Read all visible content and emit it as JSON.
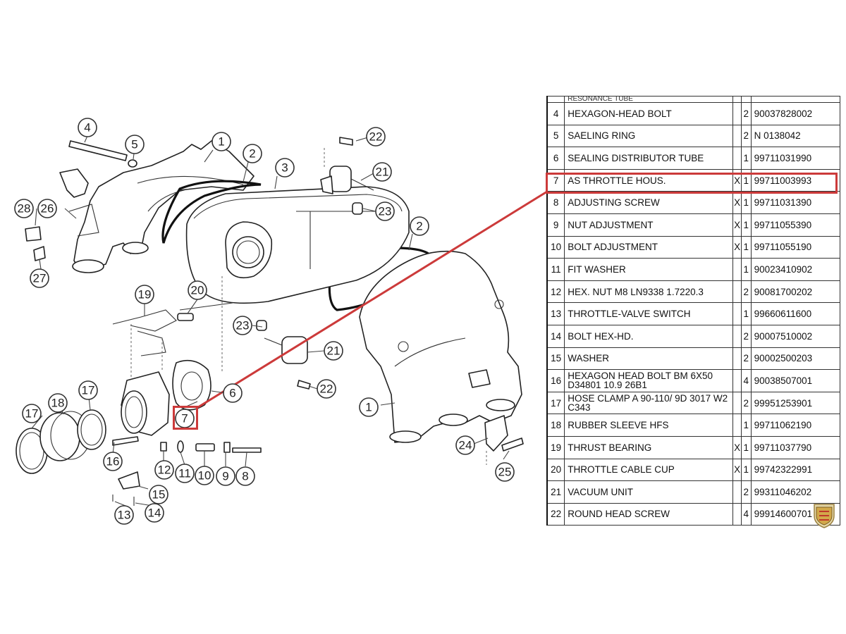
{
  "callouts": [
    {
      "n": "1"
    },
    {
      "n": "2"
    },
    {
      "n": "3"
    },
    {
      "n": "4"
    },
    {
      "n": "5"
    },
    {
      "n": "2"
    },
    {
      "n": "22"
    },
    {
      "n": "21"
    },
    {
      "n": "23"
    },
    {
      "n": "28"
    },
    {
      "n": "26"
    },
    {
      "n": "27"
    },
    {
      "n": "19"
    },
    {
      "n": "20"
    },
    {
      "n": "23"
    },
    {
      "n": "21"
    },
    {
      "n": "22"
    },
    {
      "n": "6"
    },
    {
      "n": "7"
    },
    {
      "n": "17"
    },
    {
      "n": "18"
    },
    {
      "n": "17"
    },
    {
      "n": "16"
    },
    {
      "n": "12"
    },
    {
      "n": "11"
    },
    {
      "n": "10"
    },
    {
      "n": "9"
    },
    {
      "n": "8"
    },
    {
      "n": "15"
    },
    {
      "n": "13"
    },
    {
      "n": "14"
    },
    {
      "n": "1"
    },
    {
      "n": "24"
    },
    {
      "n": "25"
    }
  ],
  "table": {
    "top_partial": "RESONANCE TUBE",
    "rows": [
      {
        "pos": "4",
        "desc": "HEXAGON-HEAD BOLT",
        "x": "",
        "qty": "2",
        "pn": "90037828002"
      },
      {
        "pos": "5",
        "desc": "SAELING RING",
        "x": "",
        "qty": "2",
        "pn": "N  0138042"
      },
      {
        "pos": "6",
        "desc": "SEALING DISTRIBUTOR TUBE",
        "x": "",
        "qty": "1",
        "pn": "99711031990"
      },
      {
        "pos": "7",
        "desc": "AS THROTTLE HOUS.",
        "x": "X",
        "qty": "1",
        "pn": "99711003993"
      },
      {
        "pos": "8",
        "desc": "ADJUSTING SCREW",
        "x": "X",
        "qty": "1",
        "pn": "99711031390"
      },
      {
        "pos": "9",
        "desc": "NUT ADJUSTMENT",
        "x": "X",
        "qty": "1",
        "pn": "99711055390"
      },
      {
        "pos": "10",
        "desc": "BOLT ADJUSTMENT",
        "x": "X",
        "qty": "1",
        "pn": "99711055190"
      },
      {
        "pos": "11",
        "desc": "FIT WASHER",
        "x": "",
        "qty": "1",
        "pn": "90023410902"
      },
      {
        "pos": "12",
        "desc": "HEX. NUT M8 LN9338 1.7220.3",
        "x": "",
        "qty": "2",
        "pn": "90081700202"
      },
      {
        "pos": "13",
        "desc": "THROTTLE-VALVE SWITCH",
        "x": "",
        "qty": "1",
        "pn": "99660611600"
      },
      {
        "pos": "14",
        "desc": "BOLT HEX-HD.",
        "x": "",
        "qty": "2",
        "pn": "90007510002"
      },
      {
        "pos": "15",
        "desc": "WASHER",
        "x": "",
        "qty": "2",
        "pn": "90002500203"
      },
      {
        "pos": "16",
        "desc": "HEXAGON HEAD BOLT BM 6X50 D34801 10.9 26B1",
        "x": "",
        "qty": "4",
        "pn": "90038507001"
      },
      {
        "pos": "17",
        "desc": "HOSE CLAMP A 90-110/ 9D 3017 W2 C343",
        "x": "",
        "qty": "2",
        "pn": "99951253901"
      },
      {
        "pos": "18",
        "desc": "RUBBER SLEEVE HFS",
        "x": "",
        "qty": "1",
        "pn": "99711062190"
      },
      {
        "pos": "19",
        "desc": "THRUST BEARING",
        "x": "X",
        "qty": "1",
        "pn": "99711037790"
      },
      {
        "pos": "20",
        "desc": "THROTTLE CABLE CUP",
        "x": "X",
        "qty": "1",
        "pn": "99742322991"
      },
      {
        "pos": "21",
        "desc": "VACUUM UNIT",
        "x": "",
        "qty": "2",
        "pn": "99311046202"
      },
      {
        "pos": "22",
        "desc": "ROUND HEAD SCREW",
        "x": "",
        "qty": "4",
        "pn": "99914600701"
      }
    ]
  },
  "colors": {
    "highlight": "#cc3a3a",
    "line": "#222222"
  },
  "logo": {
    "icon": "shield-logo-icon"
  }
}
